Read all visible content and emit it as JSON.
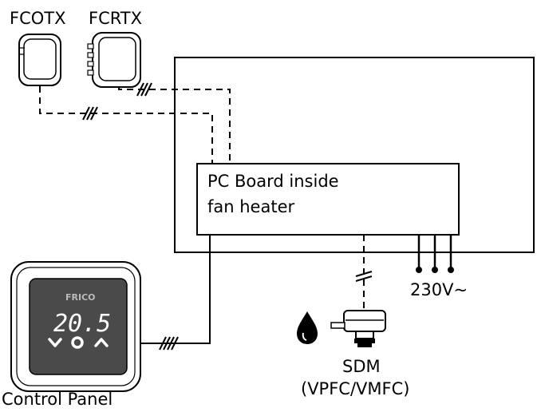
{
  "labels": {
    "fcotx": "FCOTX",
    "fcrtx": "FCRTX",
    "board_line1": "PC Board inside",
    "board_line2": "fan heater",
    "voltage": "230V~",
    "sdm": "SDM",
    "sdm_models": "(VPFC/VMFC)",
    "control_panel": "Control Panel"
  },
  "control_panel_display": {
    "brand": "FRICO",
    "temperature": "20.5"
  },
  "icons": {
    "water": "water-drop-icon",
    "sdm": "sdm-sensor-icon"
  },
  "colors": {
    "line": "#000000",
    "panel_body": "#ffffff",
    "panel_screen": "#f4f4f4"
  }
}
